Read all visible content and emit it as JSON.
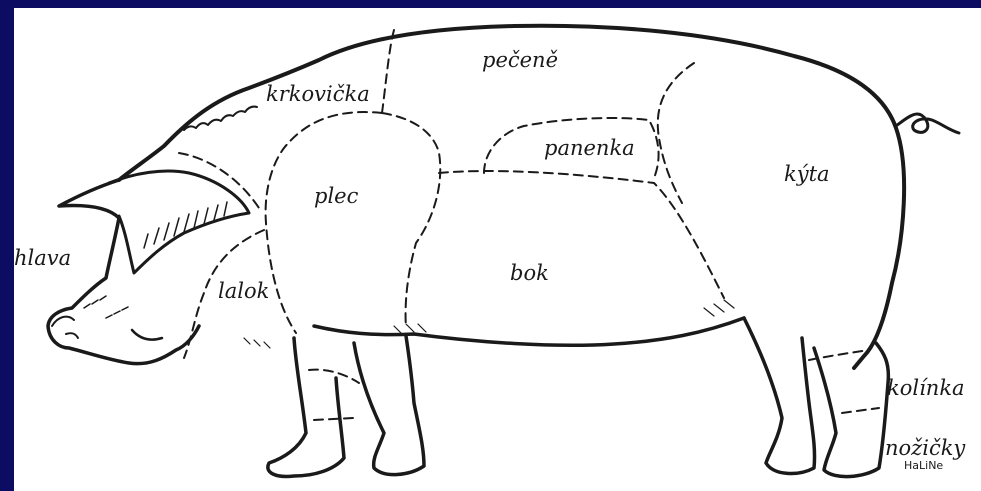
{
  "diagram": {
    "labels": {
      "pecene": "pečeně",
      "krkovicka": "krkovička",
      "panenka": "panenka",
      "kyta": "kýta",
      "plec": "plec",
      "hlava": "hlava",
      "lalok": "lalok",
      "bok": "bok",
      "kolinka": "kolínka",
      "nozicky": "nožičky"
    },
    "signature": "HaLiNe"
  },
  "colors": {
    "frame": "#0c0c63",
    "background": "#ffffff",
    "ink": "#1a1a1a"
  }
}
